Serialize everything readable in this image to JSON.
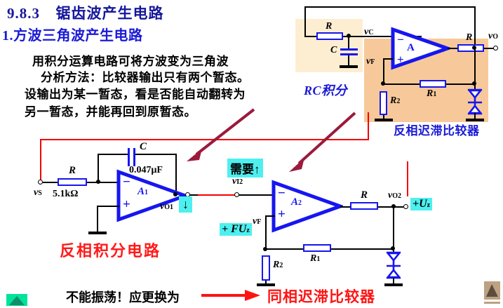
{
  "slide": {
    "section_number": "9.8.3",
    "section_title": "锯齿波产生电路",
    "subsection": "1.方波三角波产生电路",
    "body_lines": [
      "用积分运算电路可将方波变为三角波",
      "分析方法：比较器输出只有两个暂态。",
      "设输出为某一暂态，看是否能自动翻转为",
      "另一暂态，并能再回到原暂态。"
    ]
  },
  "top_circuit": {
    "block_label_rc": "RC积分",
    "block_label_comparator": "反相迟滞比较器",
    "labels": {
      "R_input": "R",
      "C": "C",
      "vC": "v",
      "vC_sub": "C",
      "vF": "v",
      "vF_sub": "F",
      "opamp": "A",
      "R_feedback_out": "R",
      "R1": "R",
      "R1_sub": "1",
      "R2": "R",
      "R2_sub": "2",
      "vO": "v",
      "vO_sub": "O",
      "minus": "−",
      "plus": "+"
    }
  },
  "bottom_circuit": {
    "integrator_label": "反相积分电路",
    "labels": {
      "R": "R",
      "R_value": "5.1kΩ",
      "C": "C",
      "C_value": "0.047μF",
      "vS": "v",
      "vS_sub": "S",
      "A1": "A",
      "A1_sub": "1",
      "A2": "A",
      "A2_sub": "2",
      "vO1": "v",
      "vO1_sub": "O1",
      "vI2": "v",
      "vI2_sub": "I2",
      "vF": "v",
      "vF_sub": "F",
      "vO2": "v",
      "vO2_sub": "O2",
      "R_fb2": "R",
      "R1": "R",
      "R1_sub": "1",
      "R2": "R",
      "R2_sub": "2",
      "minus": "−",
      "plus": "+"
    },
    "highlights": {
      "need_up": "需要↑",
      "vO1_down": "↓",
      "plus_FUz": "+ FU",
      "plus_FUz_sub": "z",
      "plus_Uz": "+U",
      "plus_Uz_sub": "z"
    }
  },
  "footer": {
    "black_text": "不能振荡！应更换为",
    "red_text": "同相迟滞比较器"
  },
  "colors": {
    "heading_blue": "#16179c",
    "sub_blue": "#1a1ad6",
    "component_blue": "#1616ef",
    "red_label": "#ff1a1a",
    "red_wire": "#f50000",
    "highlight_cyan": "#4ef0ef",
    "arrow_maroon": "#9c1a3c",
    "shade_rc": "#fdeed2",
    "shade_comparator": "#f7c99a",
    "corner_green": "#00e39a",
    "corner_brown": "#bda183"
  }
}
